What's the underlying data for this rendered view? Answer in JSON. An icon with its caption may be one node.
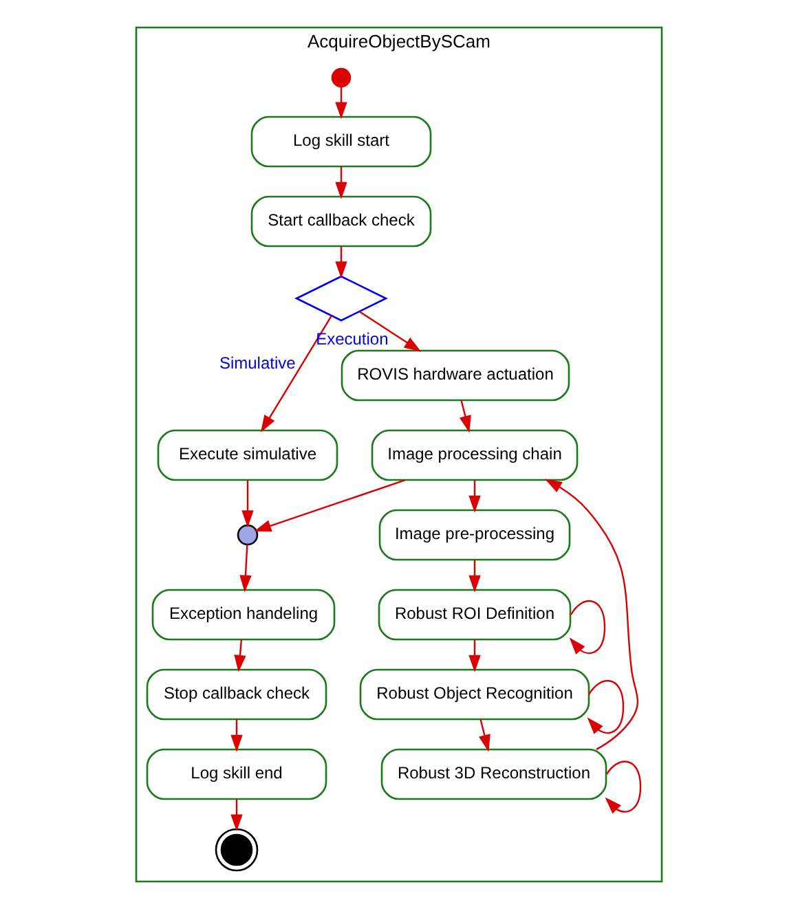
{
  "diagram": {
    "nodes": [
      {
        "text": [
          "AcquireObjectBySCam"
        ]
      },
      {
        "text": [],
        "shape": "circle",
        "in": 0
      },
      {
        "text": [
          "Log skill start"
        ],
        "in": 0
      },
      {
        "text": [
          "Start callback check"
        ],
        "in": 0
      },
      {
        "text": [],
        "shape": "diamond",
        "in": 0
      },
      {
        "text": [
          "Execute simulative"
        ],
        "in": 0
      },
      {
        "text": [
          "ROVIS hardware actuation"
        ],
        "in": 0
      },
      {
        "text": [],
        "shape": "circle",
        "in": 0
      },
      {
        "text": [
          "Image processing chain"
        ],
        "in": 0
      },
      {
        "text": [
          "Exception handeling"
        ],
        "in": 0
      },
      {
        "text": [
          "Stop callback check"
        ],
        "in": 0
      },
      {
        "text": [
          "Log skill end"
        ],
        "in": 0
      },
      {
        "text": [],
        "shape": "circle",
        "in": 0
      },
      {
        "text": [
          "Image pre-processing"
        ],
        "in": 0
      },
      {
        "text": [
          "Robust ROI Definition"
        ],
        "in": 0
      },
      {
        "text": [
          "Robust Object Recognition"
        ],
        "in": 0
      },
      {
        "text": [
          "Robust 3D Reconstruction"
        ],
        "in": 0
      }
    ],
    "edges": [
      {
        "from": 1,
        "to": 2,
        "arrow": "to"
      },
      {
        "from": 2,
        "to": 3,
        "arrow": "to"
      },
      {
        "from": 3,
        "to": 4,
        "arrow": "to"
      },
      {
        "from": 4,
        "to": 5,
        "arrow": "to",
        "label": "Simulative"
      },
      {
        "from": 4,
        "to": 6,
        "arrow": "to",
        "label": "Execution"
      },
      {
        "from": 6,
        "to": 8,
        "arrow": "to"
      },
      {
        "from": 5,
        "to": 7,
        "arrow": "to"
      },
      {
        "from": 8,
        "to": 7,
        "arrow": "to"
      },
      {
        "from": 7,
        "to": 9,
        "arrow": "to"
      },
      {
        "from": 9,
        "to": 10,
        "arrow": "to"
      },
      {
        "from": 10,
        "to": 11,
        "arrow": "to"
      },
      {
        "from": 11,
        "to": 12,
        "arrow": "to"
      },
      {
        "from": 8,
        "to": 13,
        "arrow": "to"
      },
      {
        "from": 13,
        "to": 14,
        "arrow": "to"
      },
      {
        "from": 14,
        "to": 14,
        "arrow": "to"
      },
      {
        "from": 14,
        "to": 15,
        "arrow": "to"
      },
      {
        "from": 15,
        "to": 15,
        "arrow": "to"
      },
      {
        "from": 15,
        "to": 16,
        "arrow": "to"
      },
      {
        "from": 16,
        "to": 16,
        "arrow": "to"
      },
      {
        "from": 16,
        "to": 8,
        "arrow": "to"
      }
    ]
  }
}
